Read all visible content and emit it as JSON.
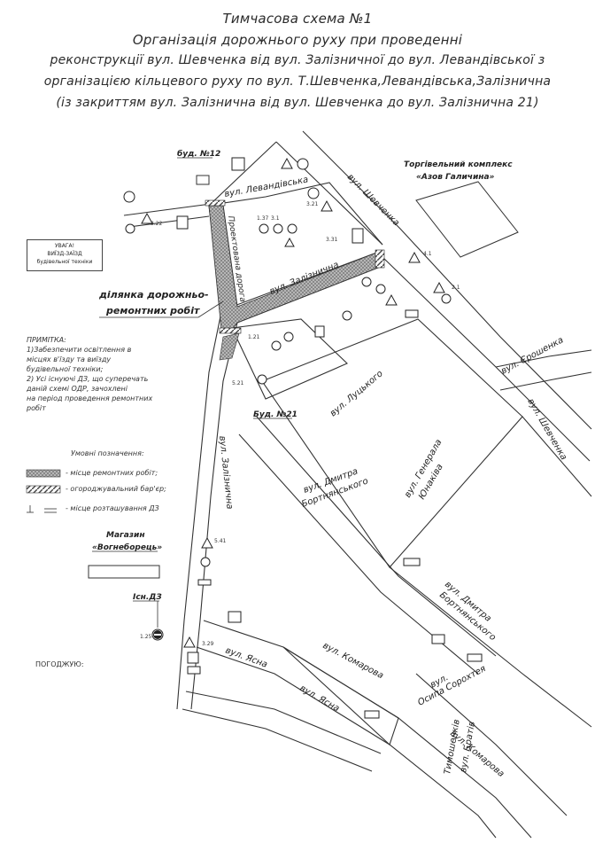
{
  "title": {
    "line1": "Тимчасова схема №1",
    "line2": "Організація дорожнього руху при проведенні",
    "line3": "реконструкції вул. Шевченка від вул. Залізничної до вул. Левандівської з",
    "line4": "організацією кільцевого руху по вул. Т.Шевченка,Левандівська,Залізнична",
    "line5": "(із закриттям вул. Залізнична від вул. Шевченка до вул. Залізнична 21)"
  },
  "labels": {
    "bud12": "буд. №12",
    "bud21": "Буд. №21",
    "trade_center_1": "Торгівельний комплекс",
    "trade_center_2": "«Азов Галичина»",
    "warning_1": "УВАГА!",
    "warning_2": "ВИЇЗД-ЗАЇЗД",
    "warning_3": "будівельної техніки",
    "roadwork_1": "ділянка дорожньо-",
    "roadwork_2": "ремонтних робіт",
    "projected_road": "Проектована дорога",
    "shop_1": "Магазин",
    "shop_2": "«Вогнеборець»",
    "existing_sign": "Існ.ДЗ",
    "agreed": "ПОГОДЖУЮ:"
  },
  "streets": {
    "levandivska": "вул. Левандівська",
    "shevchenka": "вул. Шевченка",
    "zaliznychna": "вул. Залізнична",
    "zaliznychna_2": "вул. Залізнична",
    "lutskoho": "вул. Луцького",
    "yeroshenka": "вул. Єрошенка",
    "shevchenka_2": "вул. Шевченка",
    "general_1": "вул. Генерала",
    "general_2": "Юнаківа",
    "dmytra_1": "вул. Дмитра",
    "dmytra_2": "Бортнянського",
    "dmytra_b_1": "вул. Дмитра",
    "dmytra_b_2": "Бортнянського",
    "komarova": "вул. Комарова",
    "komarova_2": "вул. Комарова",
    "yasna": "вул. Ясна",
    "yasna_2": "вул. Ясна",
    "oseredok_1": "вул.",
    "oseredok_2": "Осипа Сорохтея",
    "bratstva_1": "вул. Братів",
    "bratstva_2": "Тимошенків"
  },
  "notes": {
    "header": "ПРИМІТКА:",
    "item1_a": "1)Забезпечити освітлення в",
    "item1_b": "місцях в'їзду та виїзду",
    "item1_c": "будівельної техніки;",
    "item2_a": "2) Усі існуючі ДЗ, що суперечать",
    "item2_b": "даній схемі ОДР, зачохлені",
    "item2_c": "на період проведення ремонтних",
    "item2_d": "робіт"
  },
  "legend": {
    "header": "Умовні позначення:",
    "item1": "- місце ремонтних робіт;",
    "item2": "- огороджувальний бар'єр;",
    "item3": "- місце розташування ДЗ"
  },
  "sign_codes": [
    "3.22",
    "3.21",
    "1.37",
    "3.1",
    "3.31",
    "4.1",
    "2.1",
    "1.21",
    "5.21",
    "5.41",
    "3.29",
    "1.25"
  ]
}
